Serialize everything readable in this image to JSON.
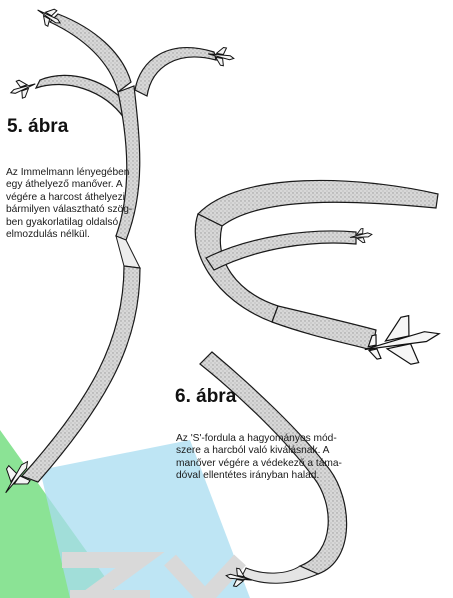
{
  "figures": [
    {
      "title": "5. ábra",
      "caption_lines": [
        "Az Immelmann lényegében",
        "egy áthelyező manőver. A",
        "végére a harcost áthelyezi",
        "bármilyen választható szög-",
        "ben gyakorlatilag oldalsó",
        "elmozdulás nélkül."
      ]
    },
    {
      "title": "6. ábra",
      "caption_lines": [
        "Az 'S'-fordula a hagyományos mód-",
        "szere a harcból való kiválásnak. A",
        "manőver végére a védekező a táma-",
        "dóval ellentétes irányban halad."
      ]
    }
  ],
  "colors": {
    "ribbon_fill": "#d6d6d6",
    "ribbon_stroke": "#1a1a1a",
    "watermark_green": "#7ee08a",
    "watermark_blue": "#a8dcf0",
    "watermark_gray": "#d9d9d9"
  }
}
